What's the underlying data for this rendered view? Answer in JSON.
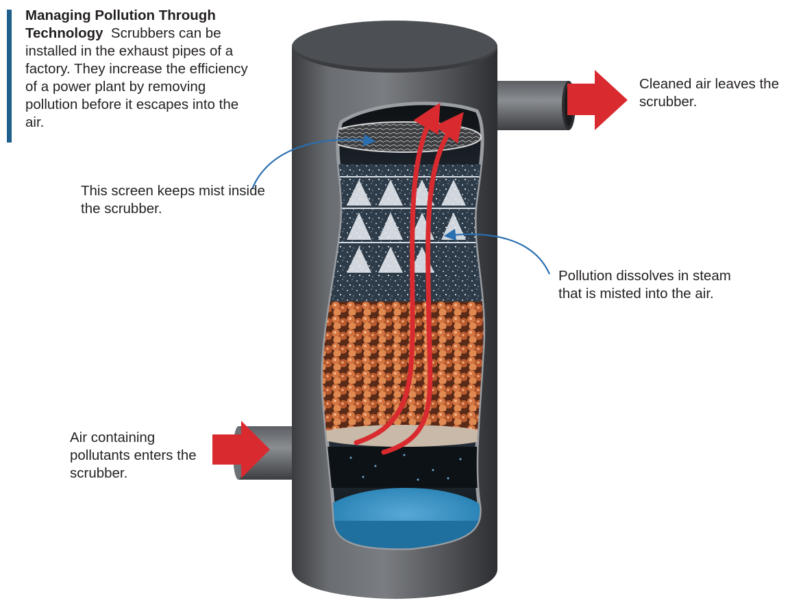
{
  "intro": {
    "heading": "Managing Pollution Through Technology",
    "body": "Scrubbers can be installed in the exhaust pipes of a factory. They increase the efficiency of a power plant by removing pollution before it escapes into the air."
  },
  "labels": {
    "screen": "This screen keeps mist inside the scrubber.",
    "dissolves": "Pollution dissolves in steam that is misted into the air.",
    "outlet": "Cleaned air leaves the scrubber.",
    "inlet": "Air containing pollutants enters the scrubber."
  },
  "colors": {
    "accent_bar": "#1f5f8b",
    "arrow_red": "#d92b2f",
    "callout_blue": "#2a6fb0",
    "tank_gray": "#55585c",
    "water_blue": "#2d86b8",
    "packing_orange": "#c8693a"
  }
}
